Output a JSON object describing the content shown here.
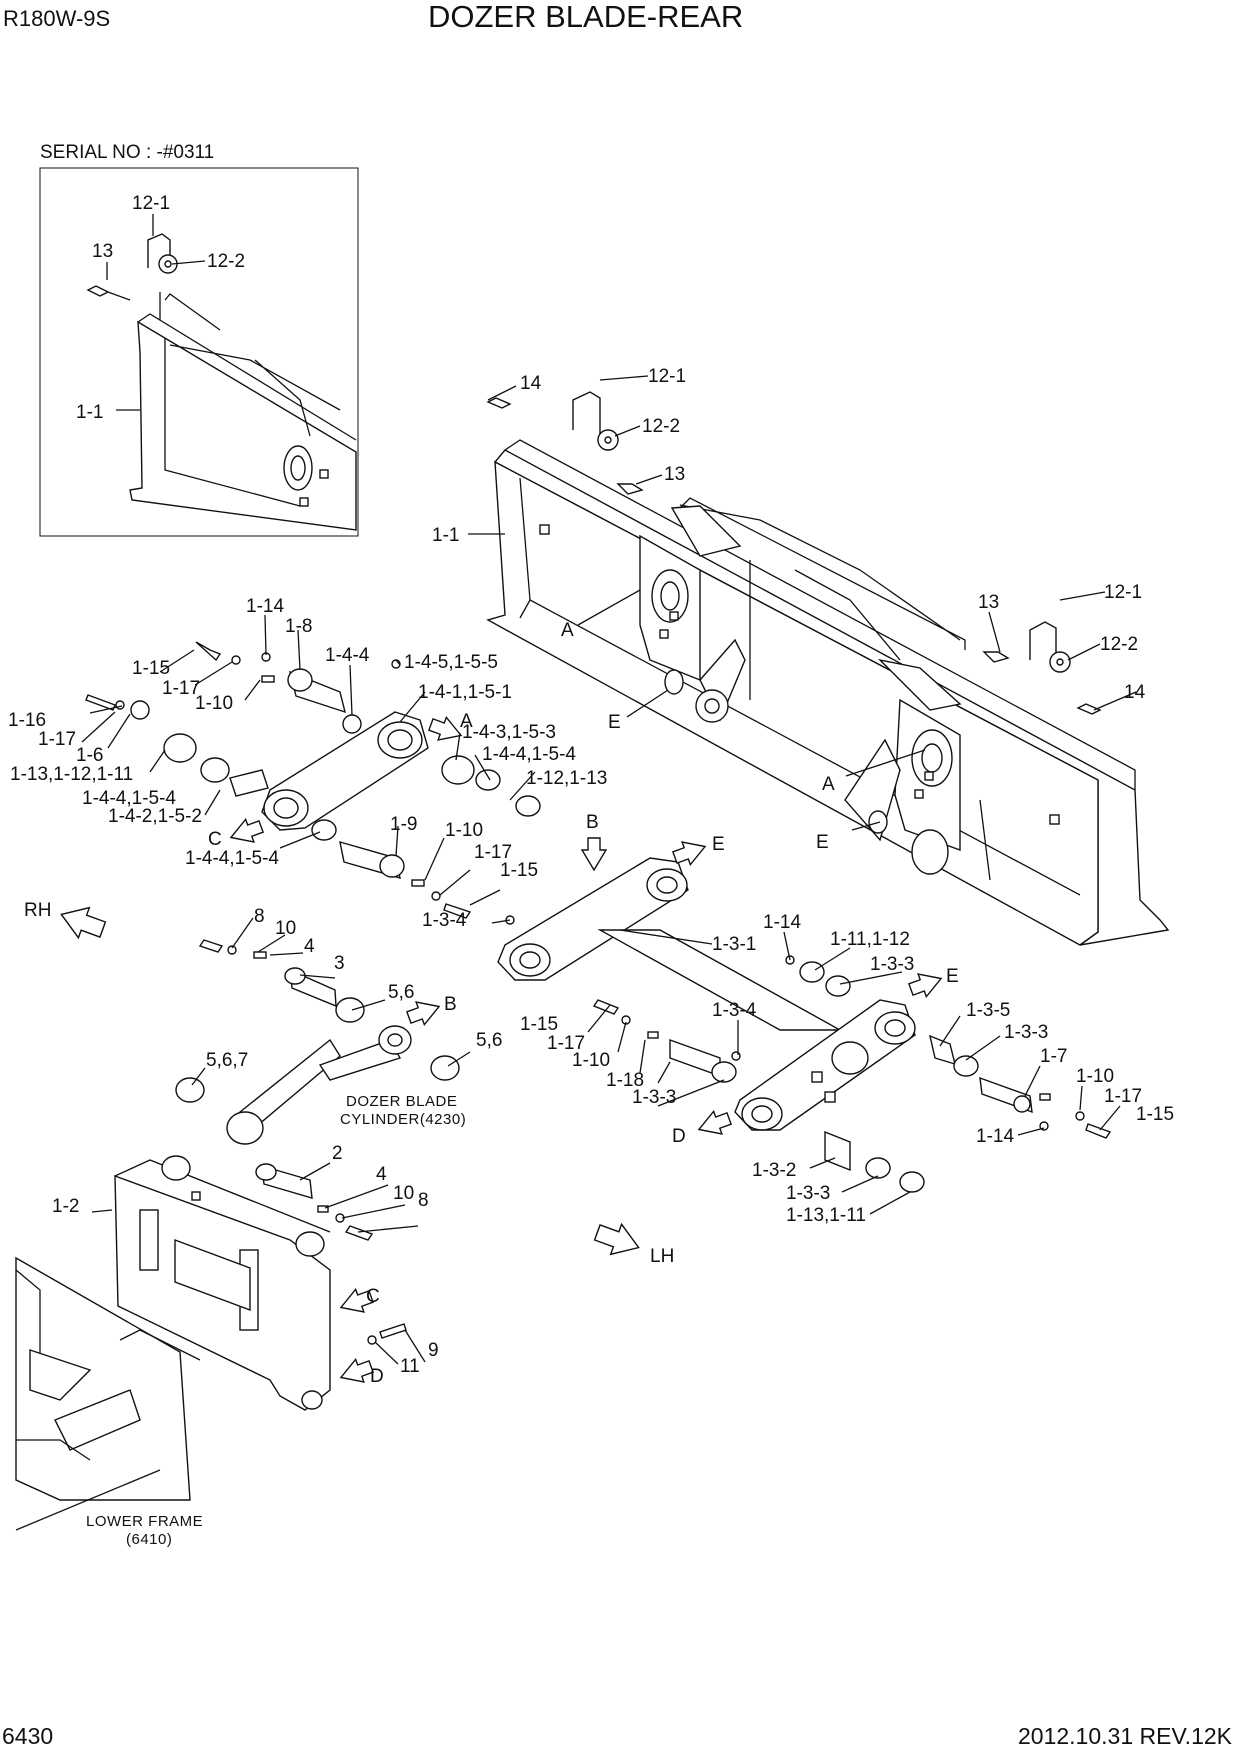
{
  "header": {
    "model": "R180W-9S",
    "title": "DOZER BLADE-REAR"
  },
  "footer": {
    "page_number": "6430",
    "date_revision": "2012.10.31  REV.12K"
  },
  "inset": {
    "serial_no": "SERIAL NO : -#0311"
  },
  "notes": {
    "dozer_cylinder_line1": "DOZER BLADE",
    "dozer_cylinder_line2": "CYLINDER(4230)",
    "lower_frame_line1": "LOWER FRAME",
    "lower_frame_line2": "(6410)"
  },
  "directions": {
    "rh": "RH",
    "lh": "LH"
  },
  "callouts": {
    "c01": "12-1",
    "c02": "13",
    "c03": "12-2",
    "c04": "1-1",
    "c05": "14",
    "c06": "12-1",
    "c07": "12-2",
    "c08": "13",
    "c09": "1-1",
    "c10": "A",
    "c11": "E",
    "c12": "13",
    "c13": "12-1",
    "c14": "12-2",
    "c15": "14",
    "c16": "A",
    "c17": "E",
    "c18": "1-14",
    "c19": "1-8",
    "c20": "1-15",
    "c21": "1-17",
    "c22": "1-10",
    "c23": "1-4-4",
    "c24": "1-4-5,1-5-5",
    "c25": "1-16",
    "c26": "1-17",
    "c27": "1-6",
    "c28": "1-4-1,1-5-1",
    "c29": "A",
    "c30": "1-13,1-12,1-11",
    "c31": "1-4-3,1-5-3",
    "c32": "1-4-4,1-5-4",
    "c33": "1-4-4,1-5-4",
    "c34": "1-12,1-13",
    "c35": "1-4-2,1-5-2",
    "c36": "C",
    "c37": "1-9",
    "c38": "1-10",
    "c39": "1-4-4,1-5-4",
    "c40": "1-17",
    "c41": "1-15",
    "c42": "B",
    "c43": "E",
    "c44": "1-3-4",
    "c45": "1-3-1",
    "c46": "1-14",
    "c47": "1-11,1-12",
    "c48": "1-3-3",
    "c49": "E",
    "c50": "8",
    "c51": "10",
    "c52": "4",
    "c53": "3",
    "c54": "5,6",
    "c55": "B",
    "c56": "5,6",
    "c57": "5,6,7",
    "c58": "1-15",
    "c59": "1-17",
    "c60": "1-10",
    "c61": "1-3-4",
    "c62": "1-3-5",
    "c63": "1-3-3",
    "c64": "1-18",
    "c65": "1-7",
    "c66": "1-3-3",
    "c67": "1-10",
    "c68": "1-17",
    "c69": "1-15",
    "c70": "D",
    "c71": "1-14",
    "c72": "1-3-2",
    "c73": "1-3-3",
    "c74": "1-13,1-11",
    "c75": "2",
    "c76": "1-2",
    "c77": "4",
    "c78": "10",
    "c79": "8",
    "c80": "C",
    "c81": "9",
    "c82": "11",
    "c83": "D"
  }
}
